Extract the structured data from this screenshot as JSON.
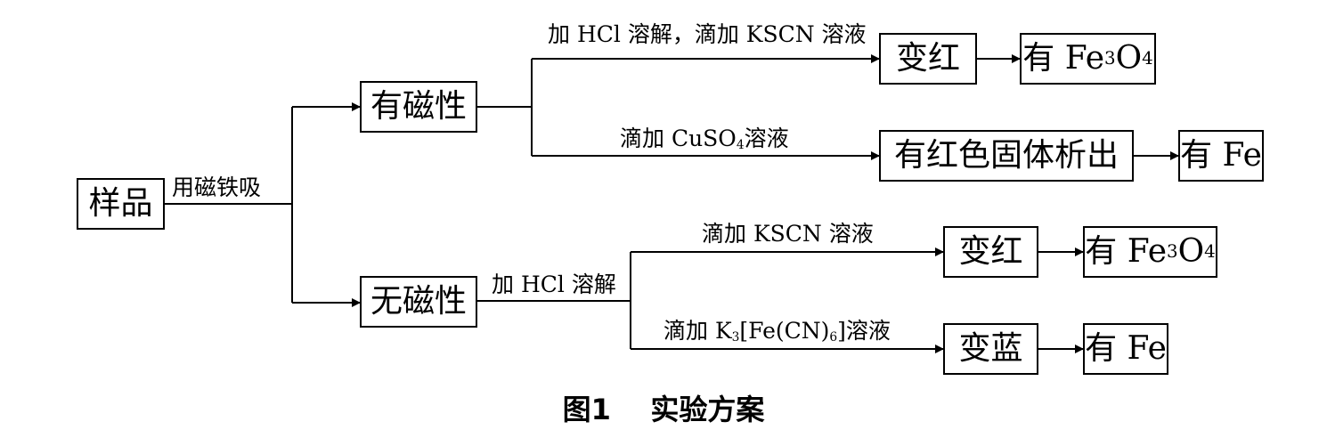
{
  "boxes": {
    "sample": "样品",
    "magnetic": "有磁性",
    "nonmagnetic": "无磁性",
    "turn_red_1": "变红",
    "result_fe3o4_1": {
      "pre": "有 Fe",
      "s1": "3",
      "mid": "O",
      "s2": "4"
    },
    "red_solid": "有红色固体析出",
    "result_fe_1": "有 Fe",
    "turn_red_2": "变红",
    "result_fe3o4_2": {
      "pre": "有 Fe",
      "s1": "3",
      "mid": "O",
      "s2": "4"
    },
    "turn_blue": "变蓝",
    "result_fe_2": "有 Fe"
  },
  "labels": {
    "magnet_attract": "用磁铁吸",
    "hcl_kscn": "加 HCl 溶解，滴加 KSCN 溶液",
    "cuso4": {
      "pre": "滴加 CuSO",
      "s1": "4",
      "post": "溶液"
    },
    "hcl_dissolve": "加 HCl 溶解",
    "kscn": "滴加 KSCN 溶液",
    "k3fecn6": {
      "pre": "滴加 K",
      "s1": "3",
      "mid": "[Fe(CN)",
      "s2": "6",
      "post": "]溶液"
    }
  },
  "caption": "图1    实验方案"
}
